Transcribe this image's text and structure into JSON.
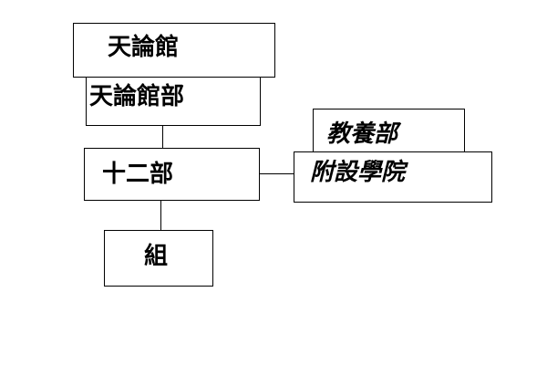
{
  "nodes": {
    "tenronkan": "天論館",
    "tenronkan_bu": "天論館部",
    "junibu": "十二部",
    "kumi": "組",
    "kyoyobu": "教養部",
    "fusetsu_gakuin": "附設學院"
  },
  "colors": {
    "line": "#000000",
    "background": "#ffffff",
    "text": "#000000"
  }
}
